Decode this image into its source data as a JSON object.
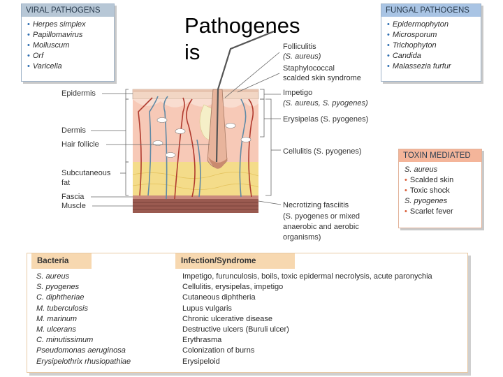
{
  "title": "Pathogenes\nis",
  "viral": {
    "heading": "VIRAL PATHOGENS",
    "items": [
      "Herpes simplex",
      "Papillomavirus",
      "Molluscum",
      "Orf",
      "Varicella"
    ]
  },
  "fungal": {
    "heading": "FUNGAL PATHOGENS",
    "items": [
      "Epidermophyton",
      "Microsporum",
      "Trichophyton",
      "Candida",
      "Malassezia furfur"
    ]
  },
  "toxin": {
    "heading": "TOXIN MEDIATED",
    "items": [
      {
        "text": "S. aureus",
        "bullet": false
      },
      {
        "text": "Scalded skin",
        "bullet": true
      },
      {
        "text": "Toxic shock",
        "bullet": true
      },
      {
        "text": "S. pyogenes",
        "bullet": false
      },
      {
        "text": "Scarlet fever",
        "bullet": true
      }
    ]
  },
  "layers": {
    "epidermis": "Epidermis",
    "dermis": "Dermis",
    "hair_follicle": "Hair follicle",
    "subcutaneous": "Subcutaneous",
    "fat": "fat",
    "fascia": "Fascia",
    "muscle": "Muscle"
  },
  "infections": {
    "folliculitis": "Folliculitis",
    "folliculitis_org": "(S. aureus)",
    "ssss1": "Staphylococcal",
    "ssss2": "scalded skin syndrome",
    "impetigo": "Impetigo",
    "impetigo_org": "(S. aureus, S. pyogenes)",
    "erysipelas": "Erysipelas (S. pyogenes)",
    "cellulitis": "Cellulitis (S. pyogenes)",
    "necrotizing1": "Necrotizing fasciitis",
    "necrotizing2": "(S. pyogenes or mixed",
    "necrotizing3": "anaerobic and aerobic",
    "necrotizing4": "organisms)"
  },
  "table": {
    "headers": [
      "Bacteria",
      "Infection/Syndrome"
    ],
    "bacteria": [
      "S. aureus",
      "S. pyogenes",
      "C. diphtheriae",
      "M. tuberculosis",
      "M. marinum",
      "M. ulcerans",
      "C. minutissimum",
      "Pseudomonas aeruginosa",
      "Erysipelothrix rhusiopathiae"
    ],
    "syndromes": [
      "Impetigo, furunculosis, boils, toxic epidermal necrolysis, acute paronychia",
      "Cellulitis, erysipelas, impetigo",
      "Cutaneous diphtheria",
      "Lupus vulgaris",
      "Chronic ulcerative disease",
      "Destructive ulcers (Buruli ulcer)",
      "Erythrasma",
      "Colonization of burns",
      "Erysipeloid"
    ]
  },
  "colors": {
    "epidermis": "#f2d6c4",
    "dermis": "#f7c9b7",
    "fat": "#f4dc8a",
    "muscle": "#9a5a50",
    "artery": "#b03a2e",
    "vein": "#5f8aa6",
    "table_header": "#f7d8b0"
  }
}
